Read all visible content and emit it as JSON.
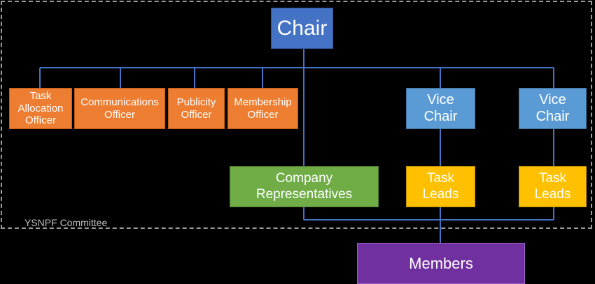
{
  "committee": {
    "label": "YSNPF Committee"
  },
  "nodes": {
    "chair": "Chair",
    "task_allocation_officer": "Task\nAllocation\nOfficer",
    "communications_officer": "Communications\nOfficer",
    "publicity_officer": "Publicity\nOfficer",
    "membership_officer": "Membership\nOfficer",
    "vice_chair_1": "Vice\nChair",
    "vice_chair_2": "Vice\nChair",
    "company_representatives": "Company\nRepresentatives",
    "task_leads_1": "Task\nLeads",
    "task_leads_2": "Task\nLeads",
    "members": "Members"
  },
  "colors": {
    "chair": "#4472c4",
    "officer": "#ed7d31",
    "vice_chair": "#5b9bd5",
    "company_representatives": "#70ad47",
    "task_leads": "#ffc000",
    "members": "#7030a0",
    "connector": "#4472c4"
  }
}
